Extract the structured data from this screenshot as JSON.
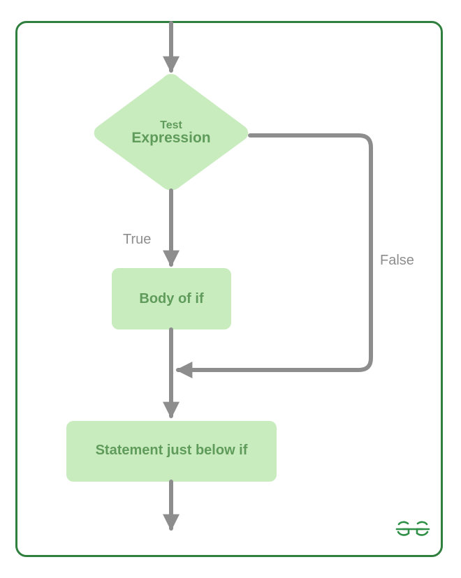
{
  "diagram": {
    "nodes": {
      "decision": {
        "label_line1": "Test",
        "label_line2": "Expression"
      },
      "body": {
        "label": "Body of if"
      },
      "next": {
        "label": "Statement just below if"
      }
    },
    "edges": {
      "true_label": "True",
      "false_label": "False"
    }
  },
  "colors": {
    "frame": "#2f7f3f",
    "node_fill": "#c9ecbf",
    "node_text": "#5f9b5a",
    "connector": "#8d8d8d",
    "logo": "#2f8f46"
  },
  "logo": {
    "icon": "geeksforgeeks-logo-icon"
  }
}
